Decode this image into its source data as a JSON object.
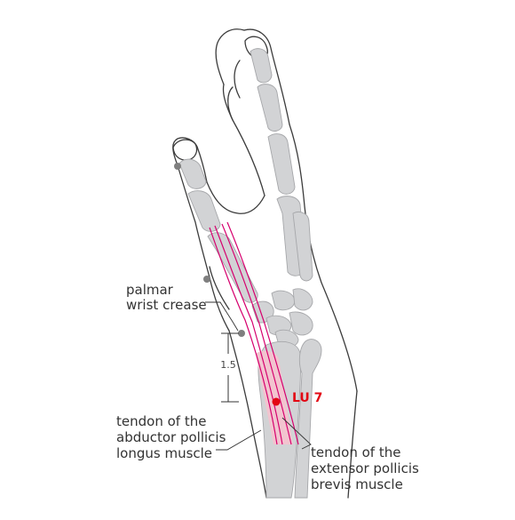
{
  "diagram": {
    "labels": {
      "palmar_crease": [
        "palmar",
        "wrist crease"
      ],
      "tendon_apl": [
        "tendon of the",
        "abductor pollicis",
        "longus muscle"
      ],
      "tendon_epb": [
        "tendon of the",
        "extensor pollicis",
        "brevis muscle"
      ]
    },
    "measurement": "1.5",
    "acupoint": "LU 7",
    "colors": {
      "acupoint": "#e30613",
      "tendon": "#d6006e",
      "tendon_fill": "#f2c4cf",
      "bone": "#d2d3d5",
      "outline": "#3c3c3c",
      "marker": "#7f7f7f"
    }
  }
}
